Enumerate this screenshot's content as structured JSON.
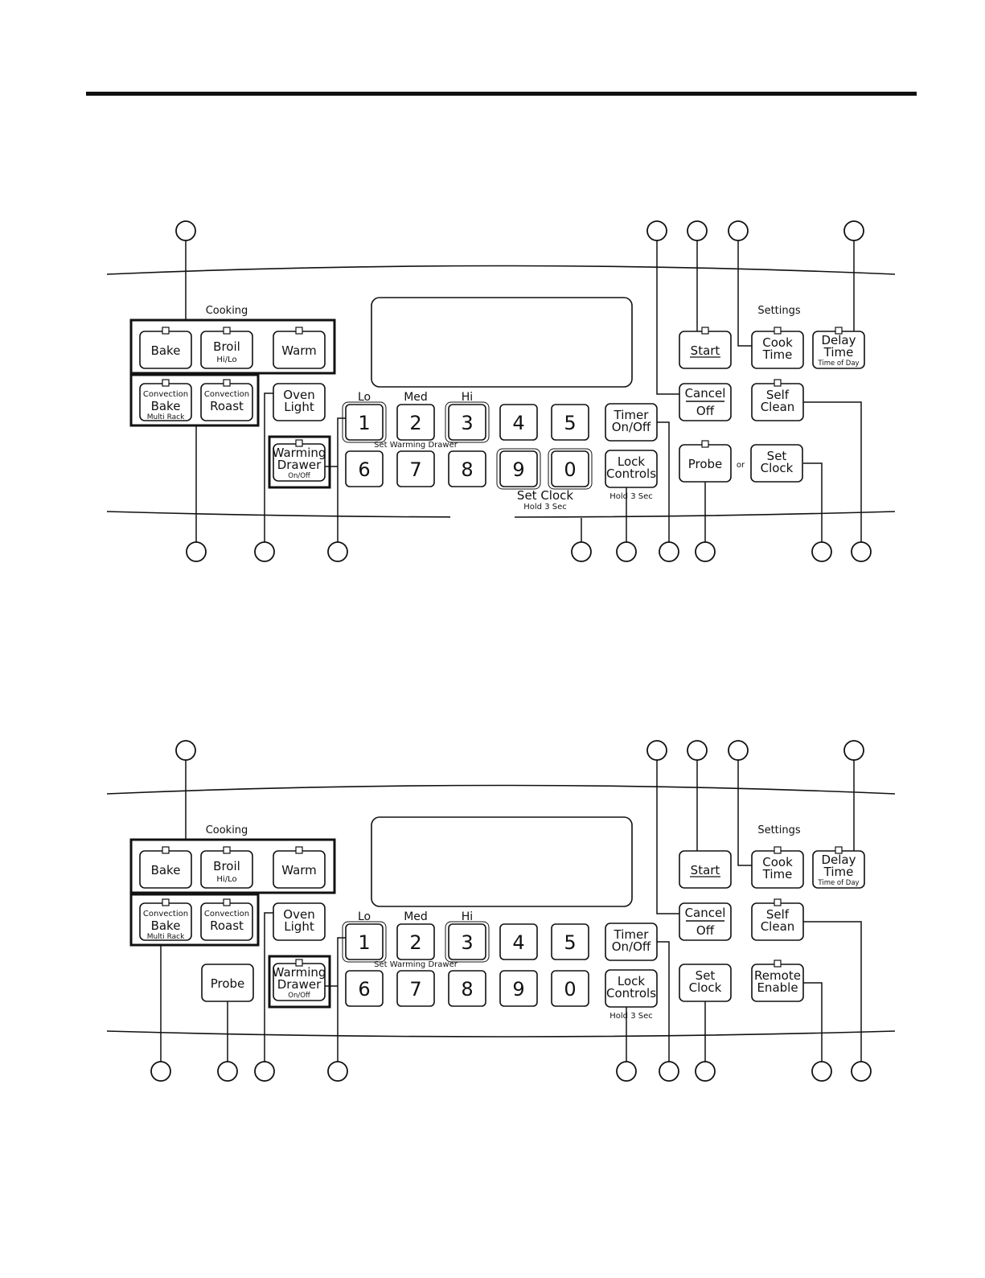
{
  "panels": [
    {
      "cooking_label": "Cooking",
      "settings_label": "Settings",
      "buttons": {
        "bake": {
          "lines": [
            "Bake"
          ],
          "led": true
        },
        "broil": {
          "lines": [
            "Broil"
          ],
          "sub": "Hi/Lo",
          "led": true
        },
        "warm": {
          "lines": [
            "Warm"
          ],
          "led": true
        },
        "conv_bake": {
          "top": "Convection",
          "lines": [
            "Bake"
          ],
          "sub": "Multi Rack",
          "led": true
        },
        "conv_roast": {
          "top": "Convection",
          "lines": [
            "Roast"
          ],
          "led": true
        },
        "oven_light": {
          "lines": [
            "Oven",
            "Light"
          ]
        },
        "warming_drawer": {
          "lines": [
            "Warming",
            "Drawer"
          ],
          "sub": "On/Off",
          "led": true
        },
        "start": {
          "lines": [
            "Start"
          ],
          "underline": true,
          "led": true
        },
        "cook_time": {
          "lines": [
            "Cook",
            "Time"
          ],
          "led": true
        },
        "delay_time": {
          "lines": [
            "Delay",
            "Time"
          ],
          "sub": "Time of Day",
          "led": true
        },
        "cancel": {
          "lines": [
            "Cancel",
            "Off"
          ],
          "divider": true
        },
        "self_clean": {
          "lines": [
            "Self",
            "Clean"
          ],
          "led": true
        },
        "timer": {
          "lines": [
            "Timer",
            "On/Off"
          ]
        },
        "lock": {
          "lines": [
            "Lock",
            "Controls"
          ]
        },
        "probe": {
          "lines": [
            "Probe"
          ],
          "led": true
        },
        "set_clock": {
          "lines": [
            "Set",
            "Clock"
          ]
        }
      },
      "keys": [
        "1",
        "2",
        "3",
        "4",
        "5",
        "6",
        "7",
        "8",
        "9",
        "0"
      ],
      "lo_label": "Lo",
      "med_label": "Med",
      "hi_label": "Hi",
      "set_warming_label": "Set Warming Drawer",
      "lock_hold_label": "Hold 3 Sec",
      "set_clock_label": "Set Clock",
      "set_clock_hold_label": "Hold 3 Sec",
      "or_label": "or"
    },
    {
      "cooking_label": "Cooking",
      "settings_label": "Settings",
      "buttons": {
        "bake": {
          "lines": [
            "Bake"
          ],
          "led": true
        },
        "broil": {
          "lines": [
            "Broil"
          ],
          "sub": "Hi/Lo",
          "led": true
        },
        "warm": {
          "lines": [
            "Warm"
          ],
          "led": true
        },
        "conv_bake": {
          "top": "Convection",
          "lines": [
            "Bake"
          ],
          "sub": "Multi Rack",
          "led": true
        },
        "conv_roast": {
          "top": "Convection",
          "lines": [
            "Roast"
          ],
          "led": true
        },
        "oven_light": {
          "lines": [
            "Oven",
            "Light"
          ]
        },
        "warming_drawer": {
          "lines": [
            "Warming",
            "Drawer"
          ],
          "sub": "On/Off",
          "led": true
        },
        "probe": {
          "lines": [
            "Probe"
          ]
        },
        "start": {
          "lines": [
            "Start"
          ],
          "underline": true
        },
        "cook_time": {
          "lines": [
            "Cook",
            "Time"
          ],
          "led": true
        },
        "delay_time": {
          "lines": [
            "Delay",
            "Time"
          ],
          "sub": "Time of Day",
          "led": true
        },
        "cancel": {
          "lines": [
            "Cancel",
            "Off"
          ],
          "divider": true
        },
        "self_clean": {
          "lines": [
            "Self",
            "Clean"
          ],
          "led": true
        },
        "timer": {
          "lines": [
            "Timer",
            "On/Off"
          ]
        },
        "lock": {
          "lines": [
            "Lock",
            "Controls"
          ]
        },
        "set_clock": {
          "lines": [
            "Set",
            "Clock"
          ]
        },
        "remote_enable": {
          "lines": [
            "Remote",
            "Enable"
          ],
          "led": true
        }
      },
      "keys": [
        "1",
        "2",
        "3",
        "4",
        "5",
        "6",
        "7",
        "8",
        "9",
        "0"
      ],
      "lo_label": "Lo",
      "med_label": "Med",
      "hi_label": "Hi",
      "set_warming_label": "Set Warming Drawer",
      "lock_hold_label": "Hold 3 Sec"
    }
  ]
}
